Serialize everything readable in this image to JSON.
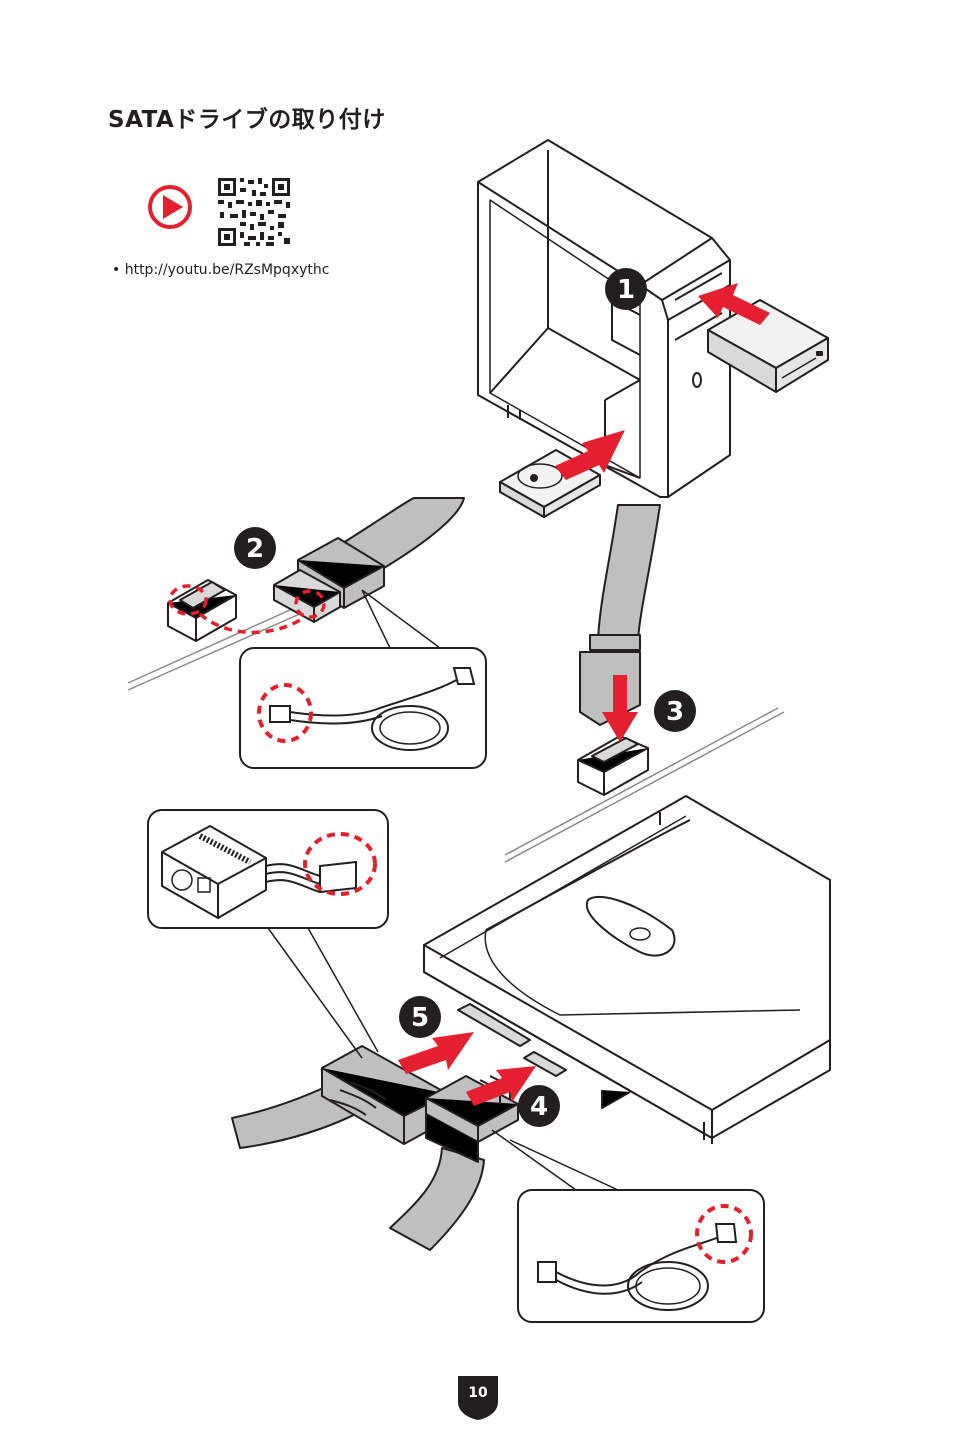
{
  "title": "SATAドライブの取り付け",
  "video": {
    "url_text": "• http://youtu.be/RZsMpqxythc",
    "icons": [
      "play-icon",
      "qr-code"
    ]
  },
  "steps": [
    "1",
    "2",
    "3",
    "4",
    "5"
  ],
  "page_number": "10",
  "colors": {
    "accent_red": "#e4202e",
    "cable_gray": "#bfbfbf",
    "ink": "#231f20"
  }
}
